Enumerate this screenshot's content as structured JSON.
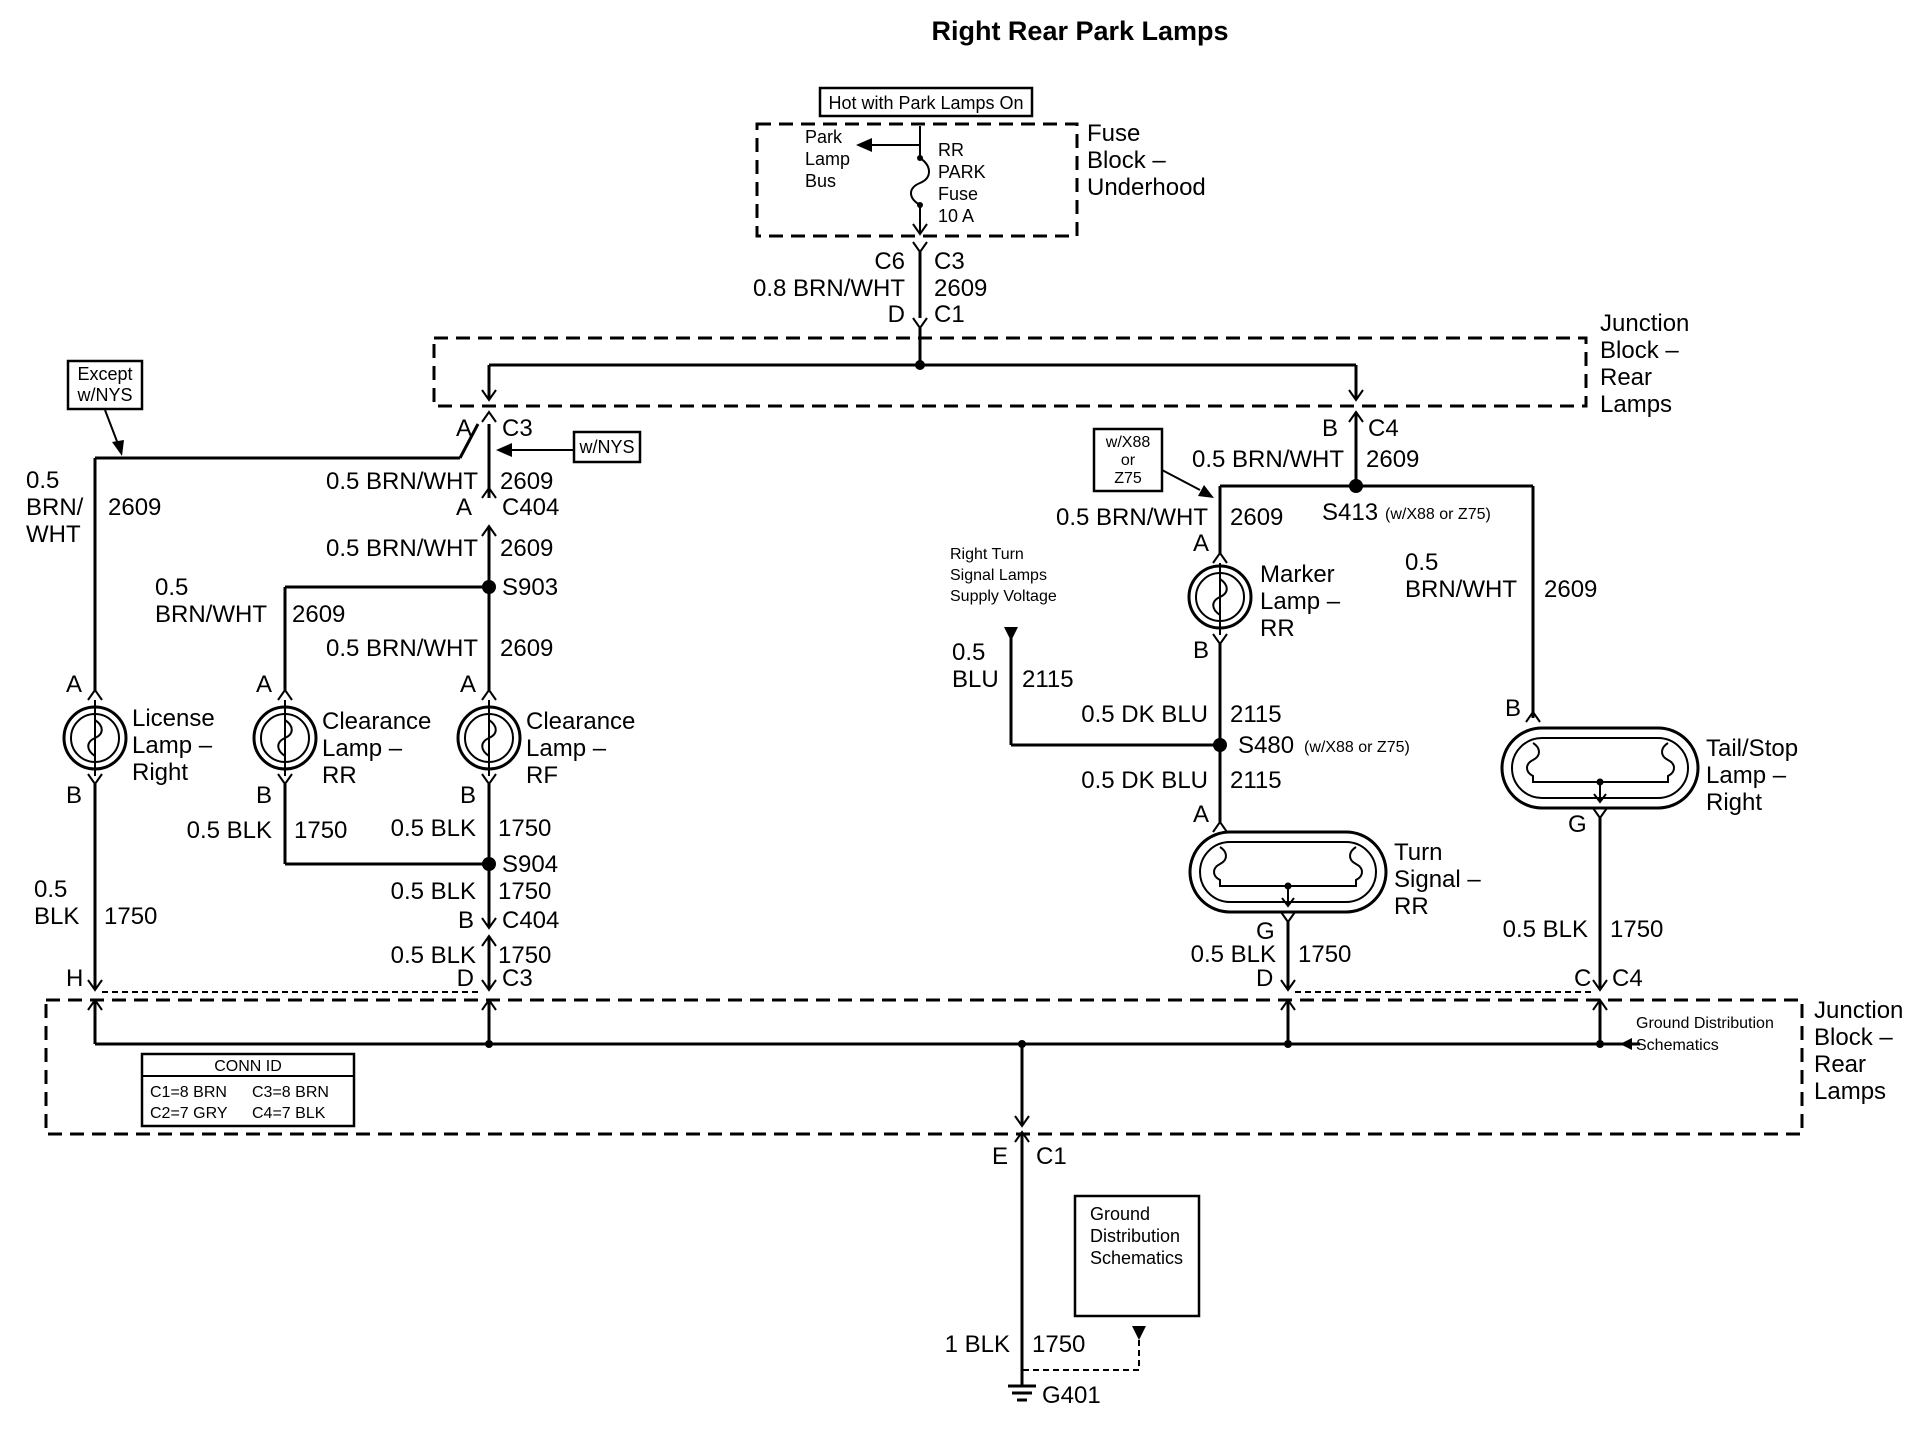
{
  "title": "Right Rear Park Lamps",
  "fuse_block": {
    "hot_label": "Hot with Park Lamps On",
    "name_lines": [
      "Fuse",
      "Block –",
      "Underhood"
    ],
    "bus_lines": [
      "Park",
      "Lamp",
      "Bus"
    ],
    "fuse_lines": [
      "RR",
      "PARK",
      "Fuse",
      "10 A"
    ]
  },
  "feed": {
    "conn_left": "C6",
    "conn_right": "C3",
    "wire": "0.8 BRN/WHT",
    "circuit": "2609",
    "pin": "D",
    "pin_conn": "C1"
  },
  "junction_top": {
    "name_lines": [
      "Junction",
      "Block –",
      "Rear",
      "Lamps"
    ]
  },
  "junction_bottom": {
    "name_lines": [
      "Junction",
      "Block –",
      "Rear",
      "Lamps"
    ]
  },
  "notes": {
    "except_nys": [
      "Except",
      "w/NYS"
    ],
    "w_nys": "w/NYS",
    "w_x88": [
      "w/X88",
      "or",
      "Z75"
    ],
    "turn_supply": [
      "Right Turn",
      "Signal Lamps",
      "Supply Voltage"
    ],
    "ground_dist_side": [
      "Ground Distribution",
      "Schematics"
    ],
    "ground_dist_box": [
      "Ground",
      "Distribution",
      "Schematics"
    ]
  },
  "left": {
    "c3_pin": "A",
    "c3": "C3",
    "license_wire": [
      "0.5",
      "BRN/",
      "WHT"
    ],
    "license_circuit": "2609",
    "w1": "0.5 BRN/WHT",
    "c1": "2609",
    "c404_pin": "A",
    "c404": "C404",
    "w2": "0.5 BRN/WHT",
    "c2": "2609",
    "s903": "S903",
    "rr_wire": [
      "0.5",
      "BRN/WHT"
    ],
    "rr_circuit": "2609",
    "w3": "0.5 BRN/WHT",
    "c3c": "2609",
    "lamp_license": [
      "License",
      "Lamp –",
      "Right"
    ],
    "lamp_clear_rr": [
      "Clearance",
      "Lamp –",
      "RR"
    ],
    "lamp_clear_rf": [
      "Clearance",
      "Lamp –",
      "RF"
    ],
    "pin_a": "A",
    "pin_b": "B",
    "g1": "0.5 BLK",
    "gc1": "1750",
    "g2": "0.5 BLK",
    "gc2": "1750",
    "s904": "S904",
    "g3": "0.5 BLK",
    "gc3": "1750",
    "c404b_pin": "B",
    "c404b": "C404",
    "g4": "0.5 BLK",
    "gc4": "1750",
    "d_pin": "D",
    "d_conn": "C3",
    "lic_ground": [
      "0.5",
      "BLK"
    ],
    "lic_gc": "1750",
    "h_pin": "H"
  },
  "right": {
    "c4_pin": "B",
    "c4": "C4",
    "w1": "0.5 BRN/WHT",
    "c1": "2609",
    "s413": "S413",
    "s413_note": "(w/X88 or Z75)",
    "marker_wire": "0.5 BRN/WHT",
    "marker_circuit": "2609",
    "lamp_marker": [
      "Marker",
      "Lamp –",
      "RR"
    ],
    "tail_wire": [
      "0.5",
      "BRN/WHT"
    ],
    "tail_circuit": "2609",
    "blu_wire": [
      "0.5",
      "BLU"
    ],
    "blu_circuit": "2115",
    "dk1": "0.5 DK BLU",
    "dkc1": "2115",
    "s480": "S480",
    "s480_note": "(w/X88 or Z75)",
    "dk2": "0.5 DK BLU",
    "dkc2": "2115",
    "lamp_turn": [
      "Turn",
      "Signal –",
      "RR"
    ],
    "lamp_tail": [
      "Tail/Stop",
      "Lamp –",
      "Right"
    ],
    "pin_a": "A",
    "pin_b": "B",
    "pin_g": "G",
    "tg": "0.5 BLK",
    "tgc": "1750",
    "td_pin": "D",
    "tailg": "0.5 BLK",
    "tailgc": "1750",
    "tc_pin": "C",
    "tc_conn": "C4"
  },
  "conn_id": {
    "title": "CONN ID",
    "rows": [
      [
        "C1=8 BRN",
        "C3=8 BRN"
      ],
      [
        "C2=7 GRY",
        "C4=7 BLK"
      ]
    ]
  },
  "ground": {
    "pin": "E",
    "conn": "C1",
    "wire": "1 BLK",
    "circuit": "1750",
    "point": "G401"
  }
}
